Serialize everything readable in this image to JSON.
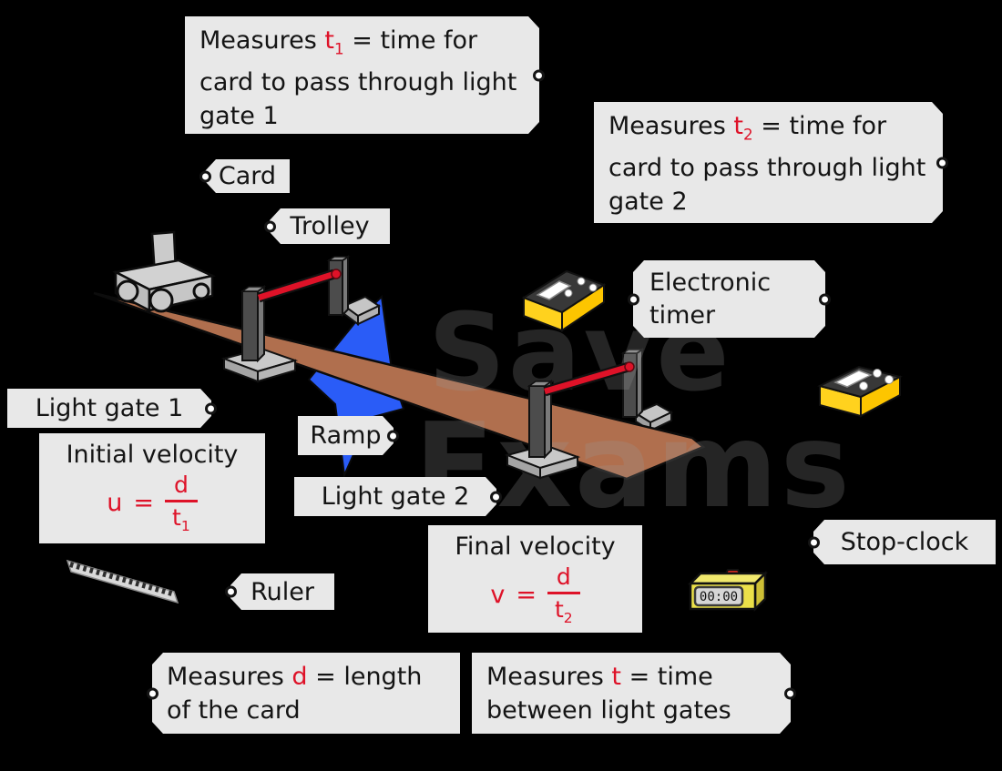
{
  "colors": {
    "red": "#de1228",
    "blue": "#2a5cf7",
    "ramp_brown": "#b06f4e",
    "tag_bg": "#e8e8e8",
    "ink": "#141414"
  },
  "watermark": {
    "line1": "Save",
    "line2": "Exams"
  },
  "tags": {
    "card": "Card",
    "trolley": "Trolley",
    "electronic_timer_line1": "Electronic",
    "electronic_timer_line2": "timer",
    "light_gate_1": "Light gate 1",
    "ramp": "Ramp",
    "light_gate_2": "Light gate 2",
    "stop_clock": "Stop-clock",
    "ruler": "Ruler"
  },
  "callouts": {
    "t1": {
      "pre": "Measures ",
      "var": "t",
      "sub": "1",
      "post": " = time for card to pass through light gate 1"
    },
    "t2": {
      "pre": "Measures ",
      "var": "t",
      "sub": "2",
      "post": " = time for card to pass through light gate 2"
    },
    "d": {
      "pre": "Measures ",
      "var": "d",
      "post": " = length of the card"
    },
    "t": {
      "pre": "Measures ",
      "var": "t",
      "post": " = time between light gates"
    }
  },
  "formulas": {
    "initial": {
      "title": "Initial velocity",
      "lhs": "u",
      "eq": "=",
      "num": "d",
      "den": "t",
      "den_sub": "1"
    },
    "final": {
      "title": "Final velocity",
      "lhs": "v",
      "eq": "=",
      "num": "d",
      "den": "t",
      "den_sub": "2"
    }
  },
  "devices": {
    "stop_clock_display": "00:00"
  }
}
